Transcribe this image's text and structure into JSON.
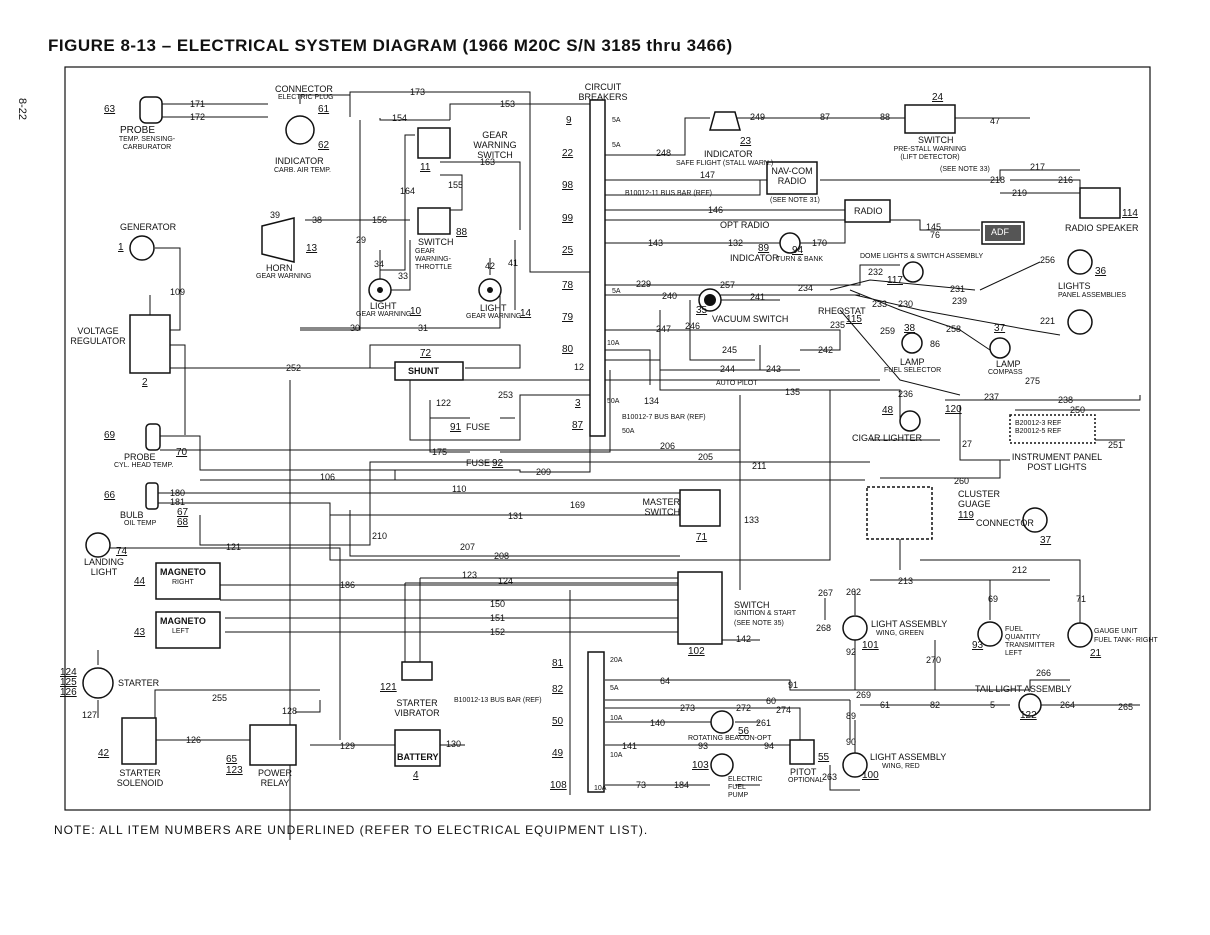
{
  "title": "FIGURE 8-13 – ELECTRICAL SYSTEM DIAGRAM (1966 M20C S/N 3185 thru 3466)",
  "page_number": "8-22",
  "note": "NOTE: ALL ITEM NUMBERS ARE UNDERLINED (REFER TO ELECTRICAL EQUIPMENT LIST).",
  "components": {
    "probe_temp": {
      "label": "PROBE",
      "sub": "TEMP. SENSING- CARBURATOR",
      "num": "63"
    },
    "connector": {
      "label": "CONNECTOR",
      "sub": "ELECTRIC PLUG",
      "num": "61"
    },
    "indicator_carb": {
      "label": "INDICATOR",
      "sub": "CARB. AIR TEMP.",
      "num": "62"
    },
    "generator": {
      "label": "GENERATOR",
      "num": "1"
    },
    "horn": {
      "label": "HORN",
      "sub": "GEAR WARNING",
      "num": "13"
    },
    "gear_switch": {
      "label": "GEAR WARNING SWITCH",
      "num": "11"
    },
    "switch_throttle": {
      "label": "SWITCH",
      "sub": "GEAR WARNING- THROTTLE",
      "num": "88"
    },
    "light_gear1": {
      "label": "LIGHT",
      "sub": "GEAR WARNING",
      "num": "10"
    },
    "light_gear2": {
      "label": "LIGHT",
      "sub": "GEAR WARNING",
      "num": "14"
    },
    "voltage_regulator": {
      "label": "VOLTAGE REGULATOR",
      "num": "2"
    },
    "shunt": {
      "label": "SHUNT",
      "num": "72"
    },
    "fuse1": {
      "label": "FUSE",
      "num": "91"
    },
    "fuse2": {
      "label": "FUSE",
      "num": "92"
    },
    "probe_cyl": {
      "label": "PROBE",
      "sub": "CYL. HEAD TEMP.",
      "num": "69",
      "num2": "70"
    },
    "bulb": {
      "label": "BULB",
      "sub": "OIL TEMP",
      "num": "66",
      "num2": "67",
      "num3": "68"
    },
    "landing_light": {
      "label": "LANDING LIGHT",
      "num": "74"
    },
    "magneto_right": {
      "label": "MAGNETO",
      "sub": "RIGHT",
      "num": "44"
    },
    "magneto_left": {
      "label": "MAGNETO",
      "sub": "LEFT",
      "num": "43"
    },
    "starter": {
      "label": "STARTER",
      "nums": [
        "124",
        "125",
        "126"
      ]
    },
    "starter_solenoid": {
      "label": "STARTER SOLENOID",
      "num": "42"
    },
    "power_relay": {
      "label": "POWER RELAY",
      "num": "65",
      "num2": "123"
    },
    "battery": {
      "label": "BATTERY",
      "num": "4"
    },
    "starter_vibrator": {
      "label": "STARTER VIBRATOR",
      "num": "121"
    },
    "circuit_breakers": {
      "label": "CIRCUIT BREAKERS"
    },
    "master_switch": {
      "label": "MASTER SWITCH",
      "num": "71"
    },
    "ignition_switch": {
      "label": "SWITCH",
      "sub": "IGNITION & START",
      "note": "(SEE NOTE 35)",
      "num": "102"
    },
    "indicator_stall": {
      "label": "INDICATOR",
      "sub": "SAFE FLIGHT (STALL WARN.)",
      "num": "23"
    },
    "switch_stall": {
      "label": "SWITCH",
      "sub": "PRE-STALL WARNING (LIFT DETECTOR)",
      "num": "24"
    },
    "navcom": {
      "label": "NAV-COM RADIO",
      "note": "(SEE NOTE 31)"
    },
    "radio": {
      "label": "RADIO"
    },
    "opt_radio": {
      "label": "OPT RADIO"
    },
    "adf": {
      "label": "ADF"
    },
    "radio_speaker": {
      "label": "RADIO SPEAKER",
      "num": "114"
    },
    "indicator_turn": {
      "label": "INDICATOR",
      "sub": "TURN & BANK",
      "num": "89",
      "num2": "94"
    },
    "vacuum_switch": {
      "label": "VACUUM SWITCH",
      "num": "35"
    },
    "dome_lights": {
      "label": "DOME LIGHTS & SWITCH ASSEMBLY",
      "num": "117"
    },
    "lights_panel": {
      "label": "LIGHTS",
      "sub": "PANEL ASSEMBLIES",
      "num": "36"
    },
    "rheostat": {
      "label": "RHEOSTAT",
      "num": "115"
    },
    "lamp_fuel": {
      "label": "LAMP",
      "sub": "FUEL SELECTOR",
      "num": "38"
    },
    "lamp_compass": {
      "label": "LAMP",
      "sub": "COMPASS",
      "num": "37"
    },
    "cigar_lighter": {
      "label": "CIGAR LIGHTER",
      "num": "48"
    },
    "instrument_panel": {
      "label": "INSTRUMENT PANEL POST LIGHTS",
      "num": "120"
    },
    "cluster_gauge": {
      "label": "CLUSTER GUAGE",
      "num": "119",
      "sub": "CONNECTOR",
      "num2": "37"
    },
    "light_green": {
      "label": "LIGHT ASSEMBLY",
      "sub": "WING, GREEN",
      "num": "101"
    },
    "light_red": {
      "label": "LIGHT ASSEMBLY",
      "sub": "WING, RED",
      "num": "100"
    },
    "fuel_qty": {
      "label": "FUEL QUANTITY TRANSMITTER LEFT",
      "num": "93"
    },
    "gauge_unit": {
      "label": "GAUGE UNIT",
      "sub": "FUEL TANK- RIGHT",
      "num": "21"
    },
    "tail_light": {
      "label": "TAIL LIGHT ASSEMBLY",
      "num": "122"
    },
    "beacon": {
      "label": "ROTATING BEACON-OPT",
      "num": "56"
    },
    "fuel_pump": {
      "label": "ELECTRIC FUEL PUMP",
      "num": "103"
    },
    "pitot": {
      "label": "PITOT",
      "sub": "OPTIONAL",
      "num": "55"
    }
  },
  "breaker_nums": [
    "9",
    "22",
    "98",
    "99",
    "25",
    "78",
    "79",
    "80",
    "3",
    "87",
    "81",
    "82",
    "50",
    "49",
    "108"
  ],
  "breaker_ratings": [
    "5A",
    "5A",
    "5A",
    "10A",
    "50A",
    "50A",
    "20A",
    "5A",
    "10A",
    "10A",
    "10A"
  ],
  "bus_labels": [
    "B10012-11 BUS BAR (REF)",
    "B10012-7 BUS BAR (REF)",
    "B10012-13 BUS BAR (REF)"
  ],
  "other_labels": {
    "auto_pilot": "AUTO PILOT",
    "see_note_33": "(SEE NOTE 33)",
    "wire_note": "B20012-3 REF B20012-5 REF"
  },
  "wire_numbers": [
    "171",
    "172",
    "173",
    "153",
    "154",
    "163",
    "155",
    "164",
    "156",
    "38",
    "39",
    "29",
    "34",
    "33",
    "30",
    "31",
    "42",
    "41",
    "109",
    "252",
    "12",
    "253",
    "122",
    "134",
    "135",
    "206",
    "205",
    "209",
    "211",
    "175",
    "106",
    "110",
    "131",
    "133",
    "169",
    "180",
    "181",
    "210",
    "207",
    "208",
    "121",
    "186",
    "123",
    "124",
    "150",
    "151",
    "152",
    "142",
    "127",
    "255",
    "126",
    "128",
    "129",
    "130",
    "64",
    "91",
    "60",
    "140",
    "273",
    "272",
    "274",
    "261",
    "141",
    "93",
    "94",
    "73",
    "184",
    "249",
    "87",
    "88",
    "47",
    "248",
    "147",
    "217",
    "218",
    "216",
    "219",
    "146",
    "145",
    "76",
    "143",
    "132",
    "170",
    "229",
    "257",
    "234",
    "240",
    "241",
    "247",
    "246",
    "245",
    "244",
    "243",
    "242",
    "232",
    "233",
    "230",
    "231",
    "239",
    "256",
    "235",
    "259",
    "86",
    "258",
    "221",
    "275",
    "236",
    "237",
    "238",
    "250",
    "251",
    "27",
    "260",
    "213",
    "212",
    "267",
    "262",
    "268",
    "92",
    "69",
    "71",
    "270",
    "266",
    "269",
    "61",
    "82",
    "5",
    "264",
    "265",
    "89",
    "90",
    "263"
  ]
}
